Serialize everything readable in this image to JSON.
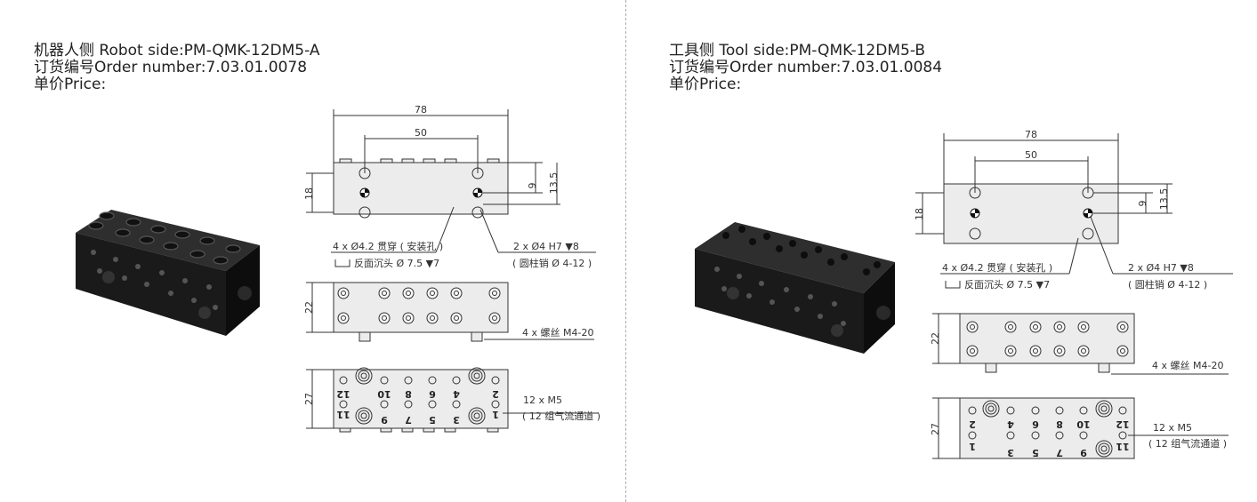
{
  "robot": {
    "title": "机器人侧 Robot side:PM-QMK-12DM5-A",
    "order": "订货编号Order number:7.03.01.0078",
    "price": "单价Price:",
    "dims": {
      "total": "78",
      "pitch": "50",
      "h18": "18",
      "h9": "9",
      "h13": "13.5",
      "h22": "22",
      "h27": "27"
    },
    "notes": {
      "holes": "4 x Ø4.2 贯穿 ( 安装孔 )",
      "counterbore": "反面沉头 Ø 7.5 ▼7",
      "pins": "2 x Ø4 H7 ▼8",
      "pins_sub": "( 圆柱销 Ø 4-12 )",
      "screws": "4 x 螺丝 M4-20",
      "ports": "12 x M5",
      "ports_sub": "( 12 组气流通道 )"
    },
    "port_top": [
      "12",
      "10",
      "8",
      "6",
      "4",
      "2"
    ],
    "port_bottom": [
      "11",
      "9",
      "7",
      "5",
      "3",
      "1"
    ]
  },
  "tool": {
    "title": "工具侧 Tool side:PM-QMK-12DM5-B",
    "order": "订货编号Order number:7.03.01.0084",
    "price": "单价Price:",
    "dims": {
      "total": "78",
      "pitch": "50",
      "h18": "18",
      "h9": "9",
      "h13": "13.5",
      "h22": "22",
      "h27": "27"
    },
    "notes": {
      "holes": "4 x Ø4.2 贯穿 ( 安装孔 )",
      "counterbore": "反面沉头 Ø 7.5 ▼7",
      "pins": "2 x Ø4 H7 ▼8",
      "pins_sub": "( 圆柱销 Ø 4-12 )",
      "screws": "4 x 螺丝 M4-20",
      "ports": "12 x M5",
      "ports_sub": "( 12 组气流通道 )"
    },
    "port_top": [
      "2",
      "4",
      "6",
      "8",
      "10",
      "12"
    ],
    "port_bottom": [
      "1",
      "3",
      "5",
      "7",
      "9",
      "11"
    ]
  }
}
